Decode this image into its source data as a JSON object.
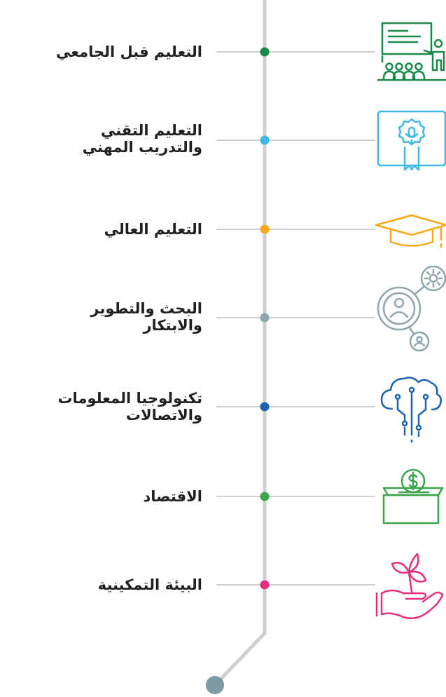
{
  "items": [
    {
      "label": "التعليم قبل الجامعي",
      "lines": [
        "التعليم قبل الجامعي"
      ],
      "color": "#1a8a4a",
      "icon": "classroom-teacher-icon"
    },
    {
      "label": "التعليم التقني والتدريب المهني",
      "lines": [
        "التعليم التقني",
        "والتدريب المهني"
      ],
      "color": "#3fb8e8",
      "icon": "certificate-microphone-icon"
    },
    {
      "label": "التعليم العالي",
      "lines": [
        "التعليم العالي"
      ],
      "color": "#f7a81b",
      "icon": "graduation-cap-icon"
    },
    {
      "label": "البحث والتطوير والابتكار",
      "lines": [
        "البحث والتطوير",
        "والابتكار"
      ],
      "color": "#8fa6ad",
      "icon": "research-network-icon"
    },
    {
      "label": "تكنولوجيا المعلومات والاتصالات",
      "lines": [
        "تكنولوجيا المعلومات",
        "والاتصالات"
      ],
      "color": "#1c62ac",
      "icon": "cloud-circuit-icon"
    },
    {
      "label": "الاقتصاد",
      "lines": [
        "الاقتصاد"
      ],
      "color": "#3aa54a",
      "icon": "donation-box-dollar-icon"
    },
    {
      "label": "البيئة التمكينية",
      "lines": [
        "البيئة التمكينية"
      ],
      "color": "#e5317d",
      "icon": "hand-plant-icon"
    }
  ],
  "colors": {
    "spine": "#cfcfcf",
    "end_node": "#7e9ba3"
  }
}
